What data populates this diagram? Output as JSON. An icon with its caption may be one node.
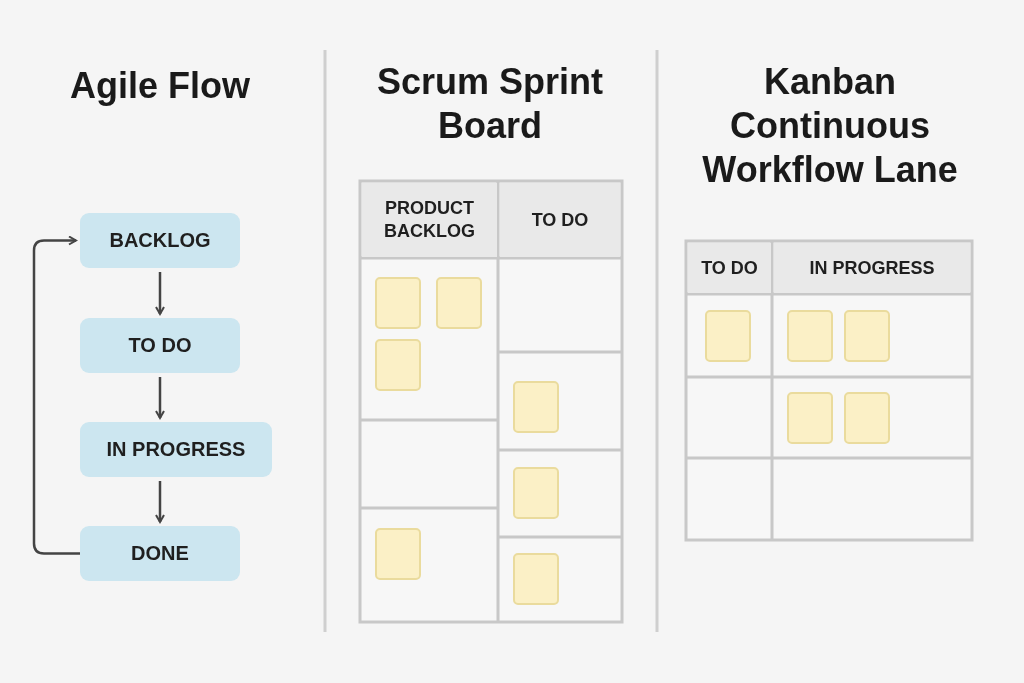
{
  "diagram": {
    "nodes": [
      {
        "text": [
          "BACKLOG"
        ]
      },
      {
        "text": [
          "TO DO"
        ]
      },
      {
        "text": [
          "IN PROGRESS"
        ]
      },
      {
        "text": [
          "DONE"
        ]
      }
    ],
    "edges": [
      {
        "from": 0,
        "to": 1,
        "arrow": "to"
      },
      {
        "from": 1,
        "to": 2,
        "arrow": "to"
      },
      {
        "from": 2,
        "to": 3,
        "arrow": "to"
      },
      {
        "from": 3,
        "to": 0,
        "arrow": "to"
      }
    ],
    "labels": [
      "Agile Flow",
      "Scrum Sprint Board",
      "PRODUCT BACKLOG",
      "TO DO",
      "Kanban Continuous Workflow Lane",
      "TO DO",
      "IN PROGRESS"
    ]
  }
}
